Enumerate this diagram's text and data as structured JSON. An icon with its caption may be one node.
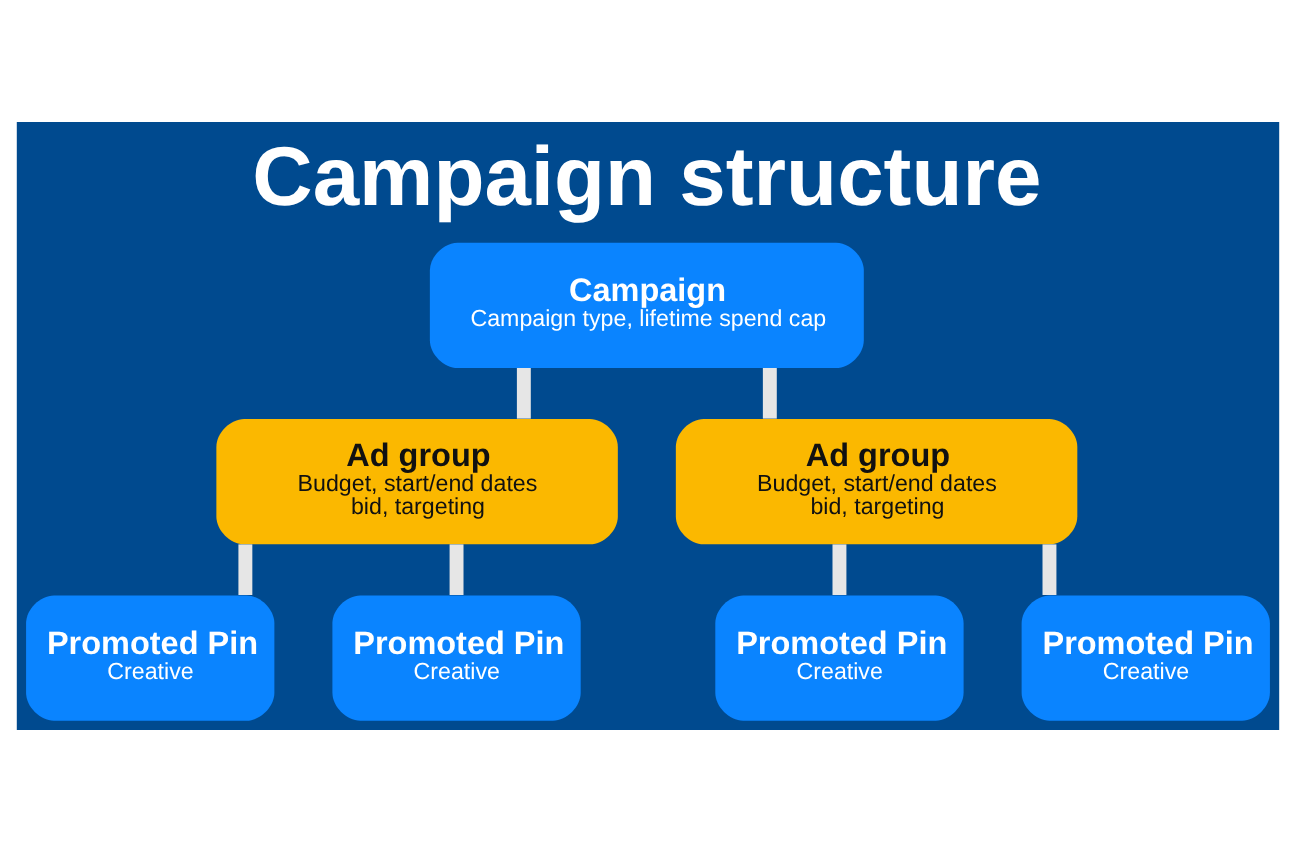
{
  "diagram": {
    "title": "Campaign structure",
    "nodes": [
      {
        "text": [
          "Campaign",
          "Campaign type, lifetime spend cap"
        ]
      },
      {
        "text": [
          "Ad group",
          "Budget, start/end dates bid, targeting"
        ]
      },
      {
        "text": [
          "Ad group",
          "Budget, start/end dates bid, targeting"
        ]
      },
      {
        "text": [
          "Promoted Pin",
          "Creative"
        ]
      },
      {
        "text": [
          "Promoted Pin",
          "Creative"
        ]
      },
      {
        "text": [
          "Promoted Pin",
          "Creative"
        ]
      },
      {
        "text": [
          "Promoted Pin",
          "Creative"
        ]
      }
    ],
    "edges": [
      {
        "from": 0,
        "to": 1,
        "arrow": "none"
      },
      {
        "from": 0,
        "to": 2,
        "arrow": "none"
      },
      {
        "from": 1,
        "to": 3,
        "arrow": "none"
      },
      {
        "from": 1,
        "to": 4,
        "arrow": "none"
      },
      {
        "from": 2,
        "to": 5,
        "arrow": "none"
      },
      {
        "from": 2,
        "to": 6,
        "arrow": "none"
      }
    ]
  }
}
